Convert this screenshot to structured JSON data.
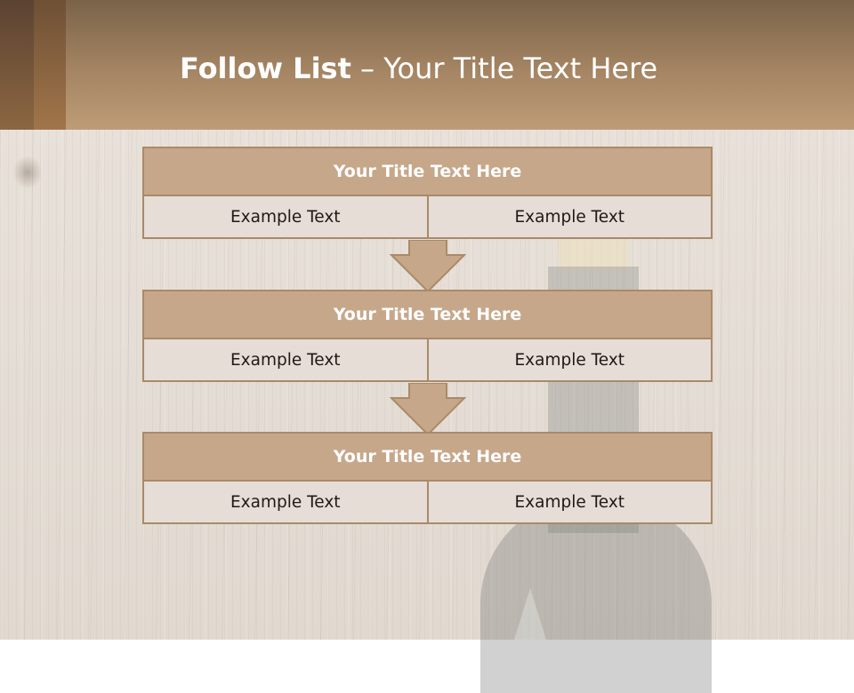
{
  "header": {
    "title_bold": "Follow List",
    "title_rest": " – Your Title Text Here"
  },
  "steps": [
    {
      "title": "Your Title Text Here",
      "left": "Example Text",
      "right": "Example Text"
    },
    {
      "title": "Your Title Text Here",
      "left": "Example Text",
      "right": "Example Text"
    },
    {
      "title": "Your Title Text Here",
      "left": "Example Text",
      "right": "Example Text"
    }
  ],
  "colors": {
    "header_band": "#a58563",
    "box_head": "#c6a78a",
    "box_cell": "#e6ddd6",
    "box_border": "#a98a68"
  },
  "icons": [
    "down-arrow-icon"
  ]
}
